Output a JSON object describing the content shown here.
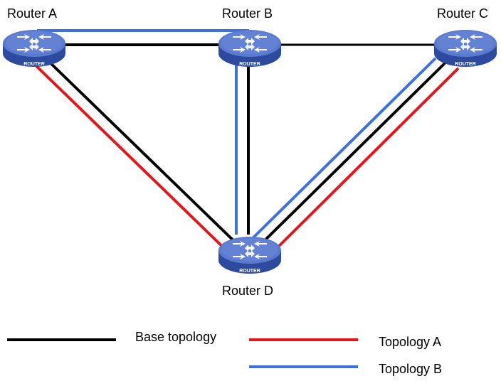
{
  "routers": {
    "a": {
      "label": "Router A",
      "tag": "ROUTER"
    },
    "b": {
      "label": "Router B",
      "tag": "ROUTER"
    },
    "c": {
      "label": "Router C",
      "tag": "ROUTER"
    },
    "d": {
      "label": "Router D",
      "tag": "ROUTER"
    }
  },
  "colors": {
    "base": "#000000",
    "topology_a": "#e8141b",
    "topology_b": "#3d6fe6",
    "router_top": "#5a7ad0",
    "router_side": "#2e4a9e"
  },
  "legend": {
    "base": "Base topology",
    "topology_a": "Topology A",
    "topology_b": "Topology B"
  }
}
